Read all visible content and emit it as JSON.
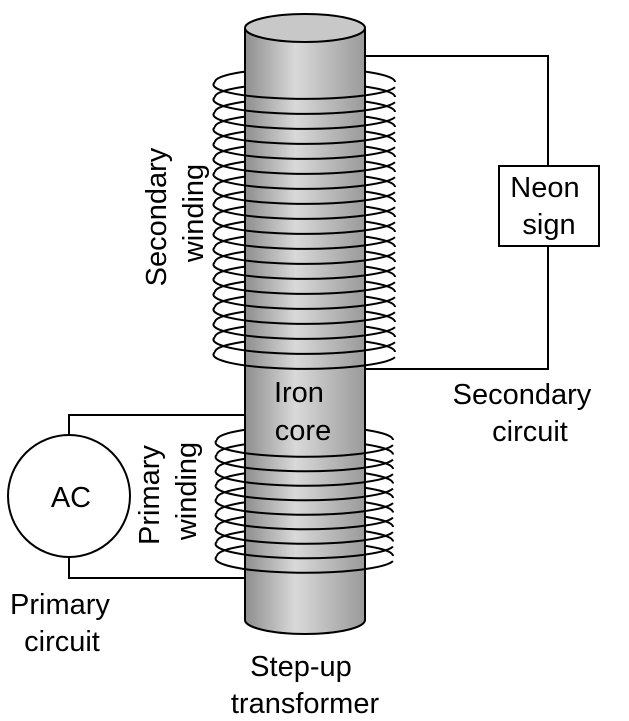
{
  "labels": {
    "secondary_winding": [
      "Secondary",
      "winding"
    ],
    "primary_winding": [
      "Primary",
      "winding"
    ],
    "iron_core": [
      "Iron",
      "core"
    ],
    "neon_sign": [
      "Neon",
      "sign"
    ],
    "ac_source": "AC",
    "secondary_circuit": [
      "Secondary",
      "circuit"
    ],
    "primary_circuit": [
      "Primary",
      "circuit"
    ],
    "transformer": [
      "Step-up",
      "transformer"
    ]
  },
  "colors": {
    "core_dark": "#8e8e8e",
    "core_light": "#d9d9d9",
    "line": "#000000"
  }
}
